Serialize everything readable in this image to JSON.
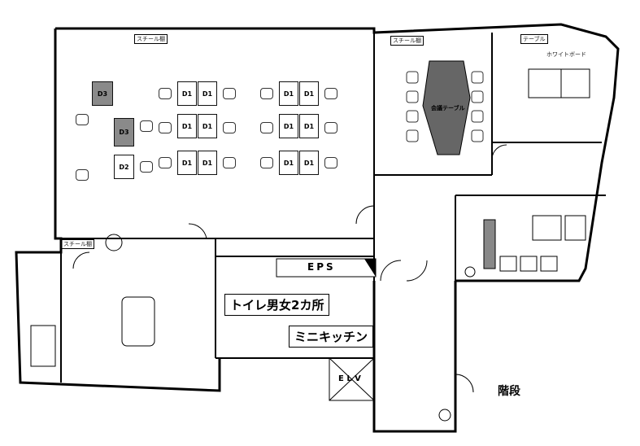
{
  "labels": {
    "toilet": "トイレ男女2カ所",
    "kitchen": "ミニキッチン",
    "eps": "EPS",
    "elv": "E L V",
    "stairs": "階段",
    "steel_shelf": "スチール棚",
    "white_board": "ホワイトボード",
    "table": "テーブル",
    "meeting_table": "会議テーブル"
  },
  "desks": {
    "d1": "D1",
    "d2": "D2",
    "d3": "D3"
  }
}
